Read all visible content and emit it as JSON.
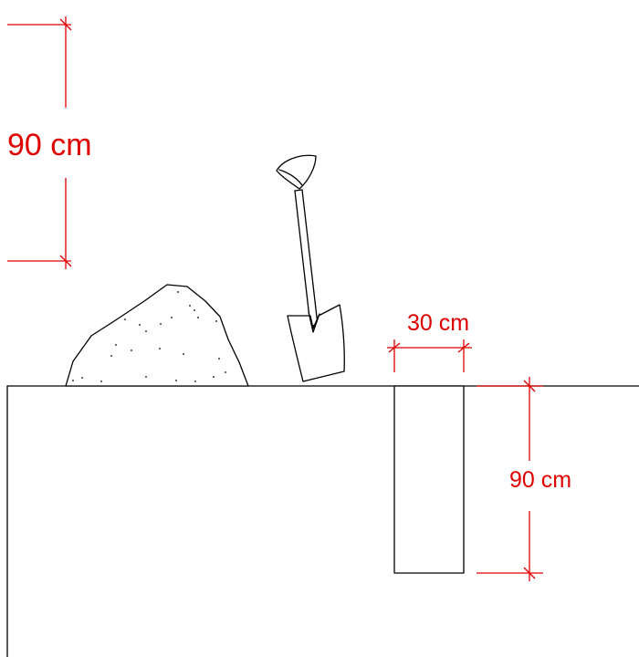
{
  "colors": {
    "dimension": "#e00000",
    "ink": "#000000",
    "background": "#ffffff"
  },
  "labels": {
    "top_height": "90 cm",
    "hole_width": "30 cm",
    "hole_depth": "90 cm"
  }
}
